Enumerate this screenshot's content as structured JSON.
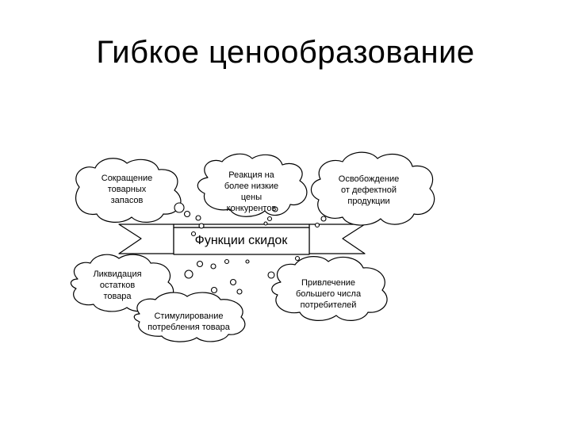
{
  "slide": {
    "title": "Гибкое  ценообразование"
  },
  "banner": {
    "label": "Функции  скидок"
  },
  "clouds": {
    "inventory": "Сокращение\nтоварных\nзапасов",
    "competitors": "Реакция на\nболее низкие\nцены\nконкурентов",
    "defective": "Освобождение\nот дефектной\nпродукции",
    "leftovers": "Ликвидация\nостатков\nтовара",
    "consumption": "Стимулирование\nпотребления товара",
    "attract": "Привлечение\nбольшего числа\nпотребителей"
  }
}
